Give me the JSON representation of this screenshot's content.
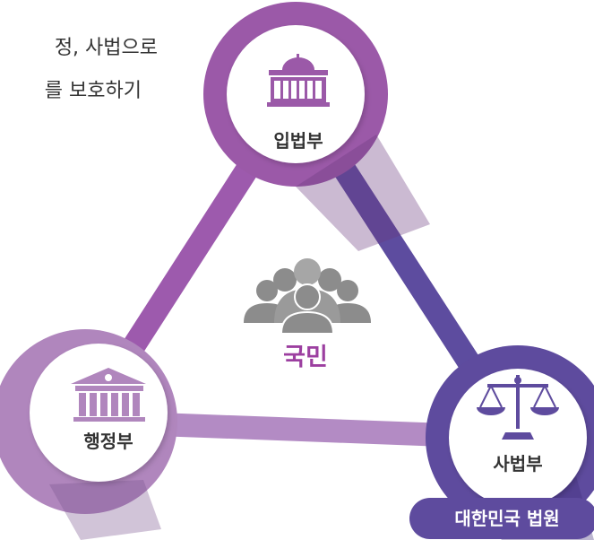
{
  "intro": {
    "line1": "정, 사법으로",
    "line2": "를 보호하기"
  },
  "branches": {
    "legislative": "입법부",
    "executive": "행정부",
    "judicial": "사법부"
  },
  "center": {
    "label": "국민"
  },
  "badge": {
    "label": "대한민국 법원"
  },
  "colors": {
    "legislative": "#9b59a8",
    "executive": "#b086bd",
    "judicial": "#5e4b9e",
    "center_text": "#9c3fa0",
    "people_icon": "#8c8c8c",
    "badge": "#5e4b9e"
  }
}
